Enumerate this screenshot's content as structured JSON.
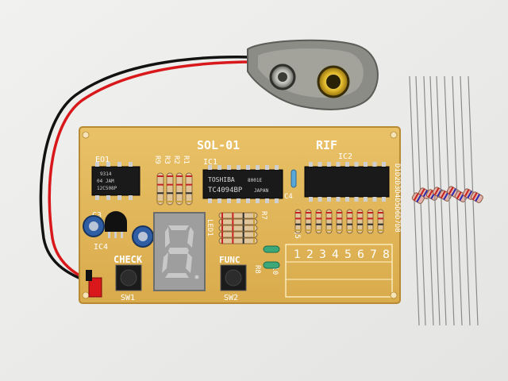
{
  "board": {
    "title": "SOL-01",
    "rif": "RIF",
    "ic1": "IC1",
    "ic2": "IC2",
    "eo1": "EO1",
    "ic4": "IC4",
    "c3": "C3",
    "c4": "C4",
    "q5": "Q5",
    "led1": "LED1",
    "r_labels": [
      "R9",
      "R3",
      "R2",
      "R1"
    ],
    "r7": "R7",
    "r8": "R8",
    "r10": "R10",
    "check": "CHECK",
    "func": "FUNC",
    "sw1": "SW1",
    "sw2": "SW2",
    "numbers": [
      "1",
      "2",
      "3",
      "4",
      "5",
      "6",
      "7",
      "8"
    ],
    "edge_text": "D1D2D3D4D5D6D7D8"
  },
  "chips": {
    "ic1_brand": "TOSHIBA",
    "ic1_code": "TC4094BP",
    "ic1_sub1": "8001E",
    "ic1_sub2": "JAPAN",
    "eo1_line1": "12C508P",
    "eo1_line2": "04 JAM",
    "eo1_line3": "9314"
  },
  "colors": {
    "board": "#e3b85a",
    "chip": "#1a1a1a",
    "display": "#9e9e9e",
    "wire_red": "#d8181a",
    "wire_black": "#121212",
    "clip": "#8c8c86"
  }
}
